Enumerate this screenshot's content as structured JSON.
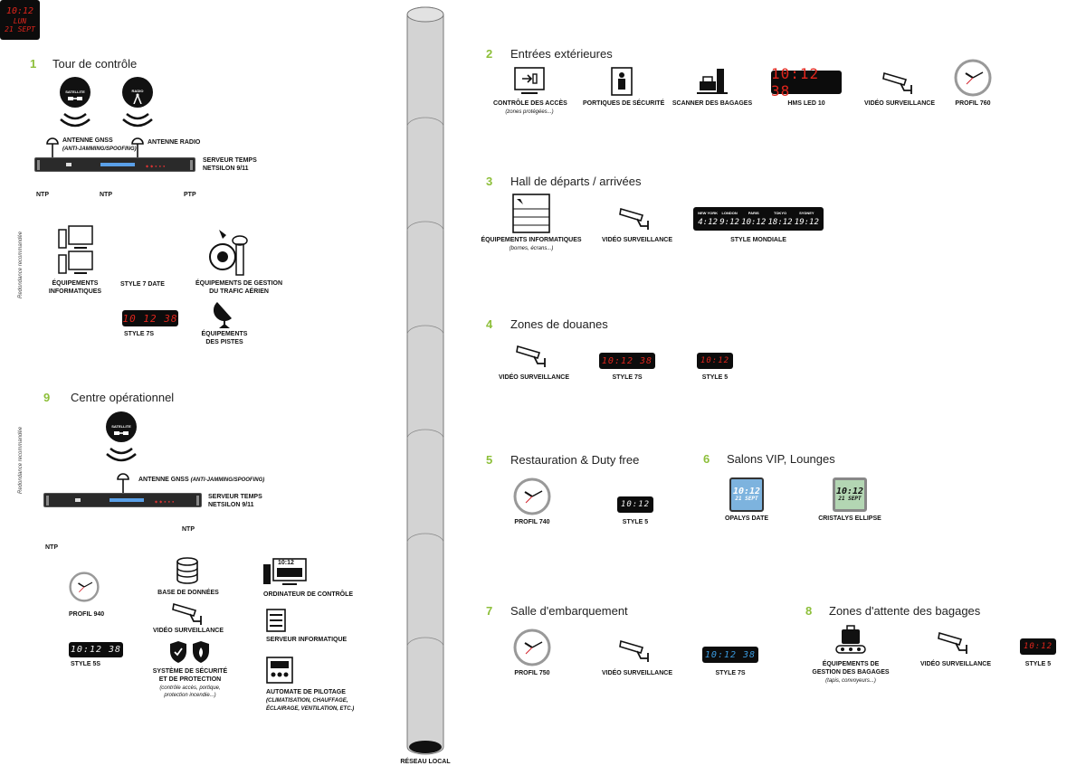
{
  "network_label": "RÉSEAU LOCAL",
  "s1": {
    "num": "1",
    "title": "Tour de contrôle",
    "satellite": "SATELLITE",
    "radio": "RADIO",
    "gnss": "ANTENNE GNSS",
    "gnss_sub": "(anti-jamming/spoofing)",
    "radio_ant": "ANTENNE RADIO",
    "server1": "SERVEUR TEMPS",
    "server2": "NETSILON 9/11",
    "ntp1": "NTP",
    "ntp2": "NTP",
    "ptp": "PTP",
    "redundancy": "Redondance recommandée",
    "it1": "ÉQUIPEMENTS",
    "it2": "INFORMATIQUES",
    "style7date": "STYLE 7 DATE",
    "s7d_l1": "10:12",
    "s7d_l2": "LUN",
    "s7d_l3": "21 SEPT",
    "atm1": "ÉQUIPEMENTS DE GESTION",
    "atm2": "DU TRAFIC AÉRIEN",
    "style7s": "STYLE 7S",
    "s7s_time": "10 12 38",
    "runway1": "ÉQUIPEMENTS",
    "runway2": "DES PISTES"
  },
  "s2": {
    "num": "2",
    "title": "Entrées extérieures",
    "access": "CONTRÔLE DES ACCÈS",
    "access_sub": "(zones protégées...)",
    "gates": "PORTIQUES DE SÉCURITÉ",
    "scanner": "SCANNER DES BAGAGES",
    "hms": "HMS LED 10",
    "hms_time": "10:12 38",
    "video": "VIDÉO SURVEILLANCE",
    "profil": "PROFIL 760"
  },
  "s3": {
    "num": "3",
    "title": "Hall de départs / arrivées",
    "it": "ÉQUIPEMENTS  INFORMATIQUES",
    "it_sub": "(bornes, écrans...)",
    "video": "VIDÉO SURVEILLANCE",
    "mondiale": "STYLE MONDIALE",
    "cities": [
      {
        "name": "NEW YORK",
        "time": "4:12"
      },
      {
        "name": "LONDON",
        "time": "9:12"
      },
      {
        "name": "PARIS",
        "time": "10:12"
      },
      {
        "name": "TOKYO",
        "time": "18:12"
      },
      {
        "name": "SYDNEY",
        "time": "19:12"
      }
    ]
  },
  "s4": {
    "num": "4",
    "title": "Zones de douanes",
    "video": "VIDÉO SURVEILLANCE",
    "style7s": "STYLE 7S",
    "s7s_time": "10:12 38",
    "style5": "STYLE 5",
    "s5_time": "10:12"
  },
  "s5": {
    "num": "5",
    "title": "Restauration & Duty free",
    "profil": "PROFIL 740",
    "style5": "STYLE 5",
    "s5_time": "10:12"
  },
  "s6": {
    "num": "6",
    "title": "Salons VIP, Lounges",
    "opalys": "OPALYS DATE",
    "op_l1": "10:12",
    "op_l2": "21 SEPT",
    "cristalys": "CRISTALYS ELLIPSE",
    "cr_l1": "10:12",
    "cr_l2": "21 SEPT"
  },
  "s7": {
    "num": "7",
    "title": "Salle d'embarquement",
    "profil": "PROFIL 750",
    "video": "VIDÉO SURVEILLANCE",
    "style7s": "STYLE 7S",
    "s7s_time": "10:12 38"
  },
  "s8": {
    "num": "8",
    "title": "Zones d'attente des bagages",
    "bag1": "ÉQUIPEMENTS DE",
    "bag2": "GESTION DES BAGAGES",
    "bag_sub": "(tapis, convoyeurs...)",
    "video": "VIDÉO SURVEILLANCE",
    "style5": "STYLE 5",
    "s5_time": "10:12"
  },
  "s9": {
    "num": "9",
    "title": "Centre opérationnel",
    "satellite": "SATELLITE",
    "gnss": "ANTENNE GNSS",
    "gnss_sub": "(anti-jamming/spoofing)",
    "server1": "SERVEUR TEMPS",
    "server2": "NETSILON 9/11",
    "ntp1": "NTP",
    "ntp2": "NTP",
    "redundancy": "Redondance recommandée",
    "profil": "PROFIL 940",
    "db": "BASE DE DONNÉES",
    "ctrl": "ORDINATEUR DE CONTRÔLE",
    "ctrl_time": "10:12",
    "video": "VIDÉO SURVEILLANCE",
    "server": "SERVEUR INFORMATIQUE",
    "style5s": "STYLE 5S",
    "s5s_time": "10:12 38",
    "sec1": "SYSTÈME DE SÉCURITÉ",
    "sec2": "ET DE PROTECTION",
    "sec_sub1": "(contrôle accès, portique,",
    "sec_sub2": "protection incendie...)",
    "auto": "AUTOMATE DE PILOTAGE",
    "auto_sub1": "(climatisation, chauffage,",
    "auto_sub2": "éclairage, ventilation, etc.)"
  },
  "colors": {
    "accent": "#8dbf3a",
    "led_red": "#e0251c",
    "led_blue": "#3a9be0",
    "clock_hand": "#d0202a"
  },
  "icons": [
    "satellite-icon",
    "radio-icon",
    "antenna-icon",
    "computer-icon",
    "camera-icon",
    "clock-icon",
    "database-icon",
    "shield-icon",
    "luggage-icon",
    "access-control-icon",
    "security-gate-icon",
    "scanner-icon",
    "radar-icon",
    "server-icon",
    "automation-icon"
  ]
}
